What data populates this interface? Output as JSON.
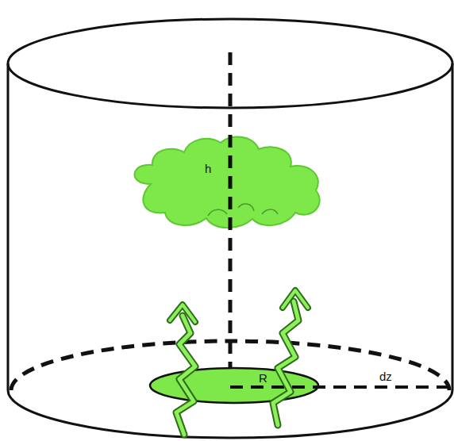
{
  "diagram": {
    "labels": [
      "h",
      "R",
      "dz"
    ]
  }
}
